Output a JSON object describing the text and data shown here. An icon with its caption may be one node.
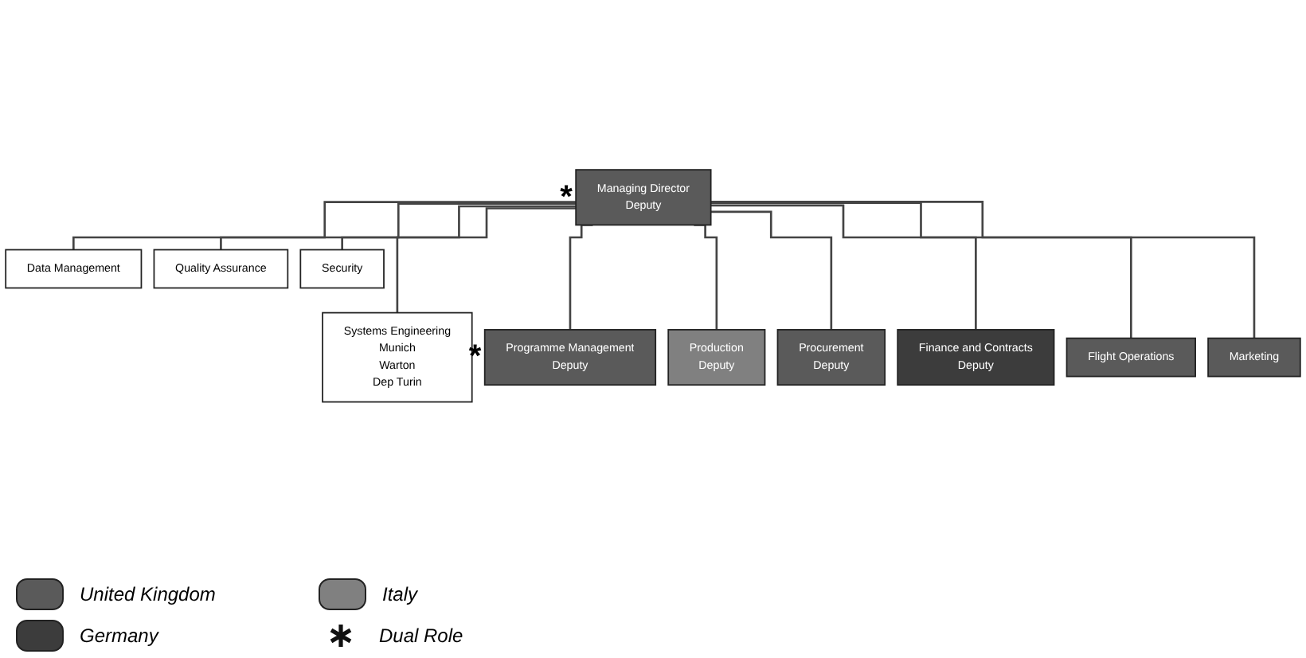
{
  "diagram": {
    "nodes": [
      {
        "text": [
          "Managing Director",
          "Deputy"
        ],
        "beside": [
          "*"
        ]
      },
      {
        "text": [
          "Data Management"
        ]
      },
      {
        "text": [
          "Quality Assurance"
        ]
      },
      {
        "text": [
          "Security"
        ]
      },
      {
        "text": [
          "Systems Engineering",
          "Munich",
          "Warton",
          "Dep Turin"
        ]
      },
      {
        "text": [
          "Programme Management",
          "Deputy"
        ],
        "beside": [
          "*"
        ]
      },
      {
        "text": [
          "Production",
          "Deputy"
        ]
      },
      {
        "text": [
          "Procurement",
          "Deputy"
        ]
      },
      {
        "text": [
          "Finance and Contracts",
          "Deputy"
        ]
      },
      {
        "text": [
          "Flight Operations"
        ]
      },
      {
        "text": [
          "Marketing"
        ]
      }
    ],
    "edges": [
      {
        "from": 0,
        "to": 1,
        "arrow": "none"
      },
      {
        "from": 0,
        "to": 2,
        "arrow": "none"
      },
      {
        "from": 0,
        "to": 3,
        "arrow": "none"
      },
      {
        "from": 0,
        "to": 4,
        "arrow": "none"
      },
      {
        "from": 0,
        "to": 5,
        "arrow": "none"
      },
      {
        "from": 0,
        "to": 6,
        "arrow": "none"
      },
      {
        "from": 0,
        "to": 7,
        "arrow": "none"
      },
      {
        "from": 0,
        "to": 8,
        "arrow": "none"
      },
      {
        "from": 0,
        "to": 9,
        "arrow": "none"
      },
      {
        "from": 0,
        "to": 10,
        "arrow": "none"
      }
    ],
    "legend": [
      {
        "text": "United Kingdom",
        "color": "#5a5a5a"
      },
      {
        "text": "Germany",
        "color": "#3c3c3c"
      },
      {
        "text": "Italy",
        "color": "#808080"
      },
      {
        "text": "Dual Role"
      }
    ]
  }
}
